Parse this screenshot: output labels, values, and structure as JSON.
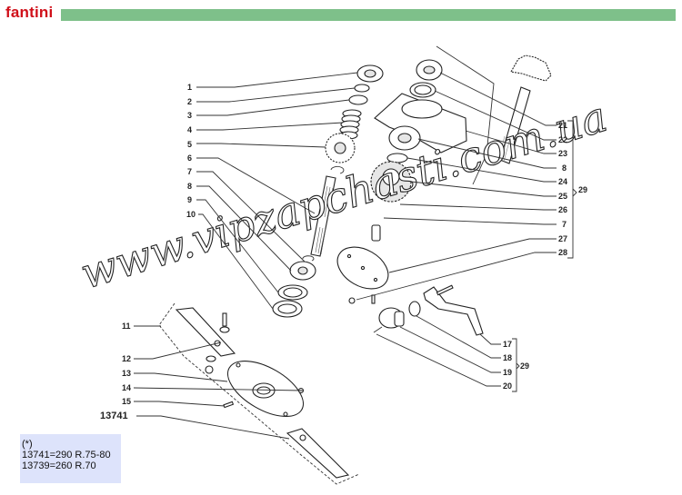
{
  "header": {
    "brand": "fantini",
    "brand_color": "#d0101a",
    "bar_color": "#7ec08a"
  },
  "note": {
    "marker": "(*)",
    "lines": [
      "13741=290 R.75-80",
      "13739=260 R.70"
    ],
    "background": "#dde3fb"
  },
  "watermark": "www.vipzapchasti.com.ua",
  "callouts": {
    "left_column": [
      "1",
      "2",
      "3",
      "4",
      "5",
      "6",
      "7",
      "8",
      "9",
      "10"
    ],
    "lower_left": [
      "11",
      "12",
      "13",
      "14",
      "15",
      "13741"
    ],
    "right_column": [
      "21",
      "22",
      "23",
      "8",
      "24",
      "25",
      "26",
      "7",
      "27",
      "28"
    ],
    "right_group": "29",
    "lower_right": [
      "17",
      "18",
      "19",
      "20"
    ],
    "lower_right_group": "29"
  }
}
